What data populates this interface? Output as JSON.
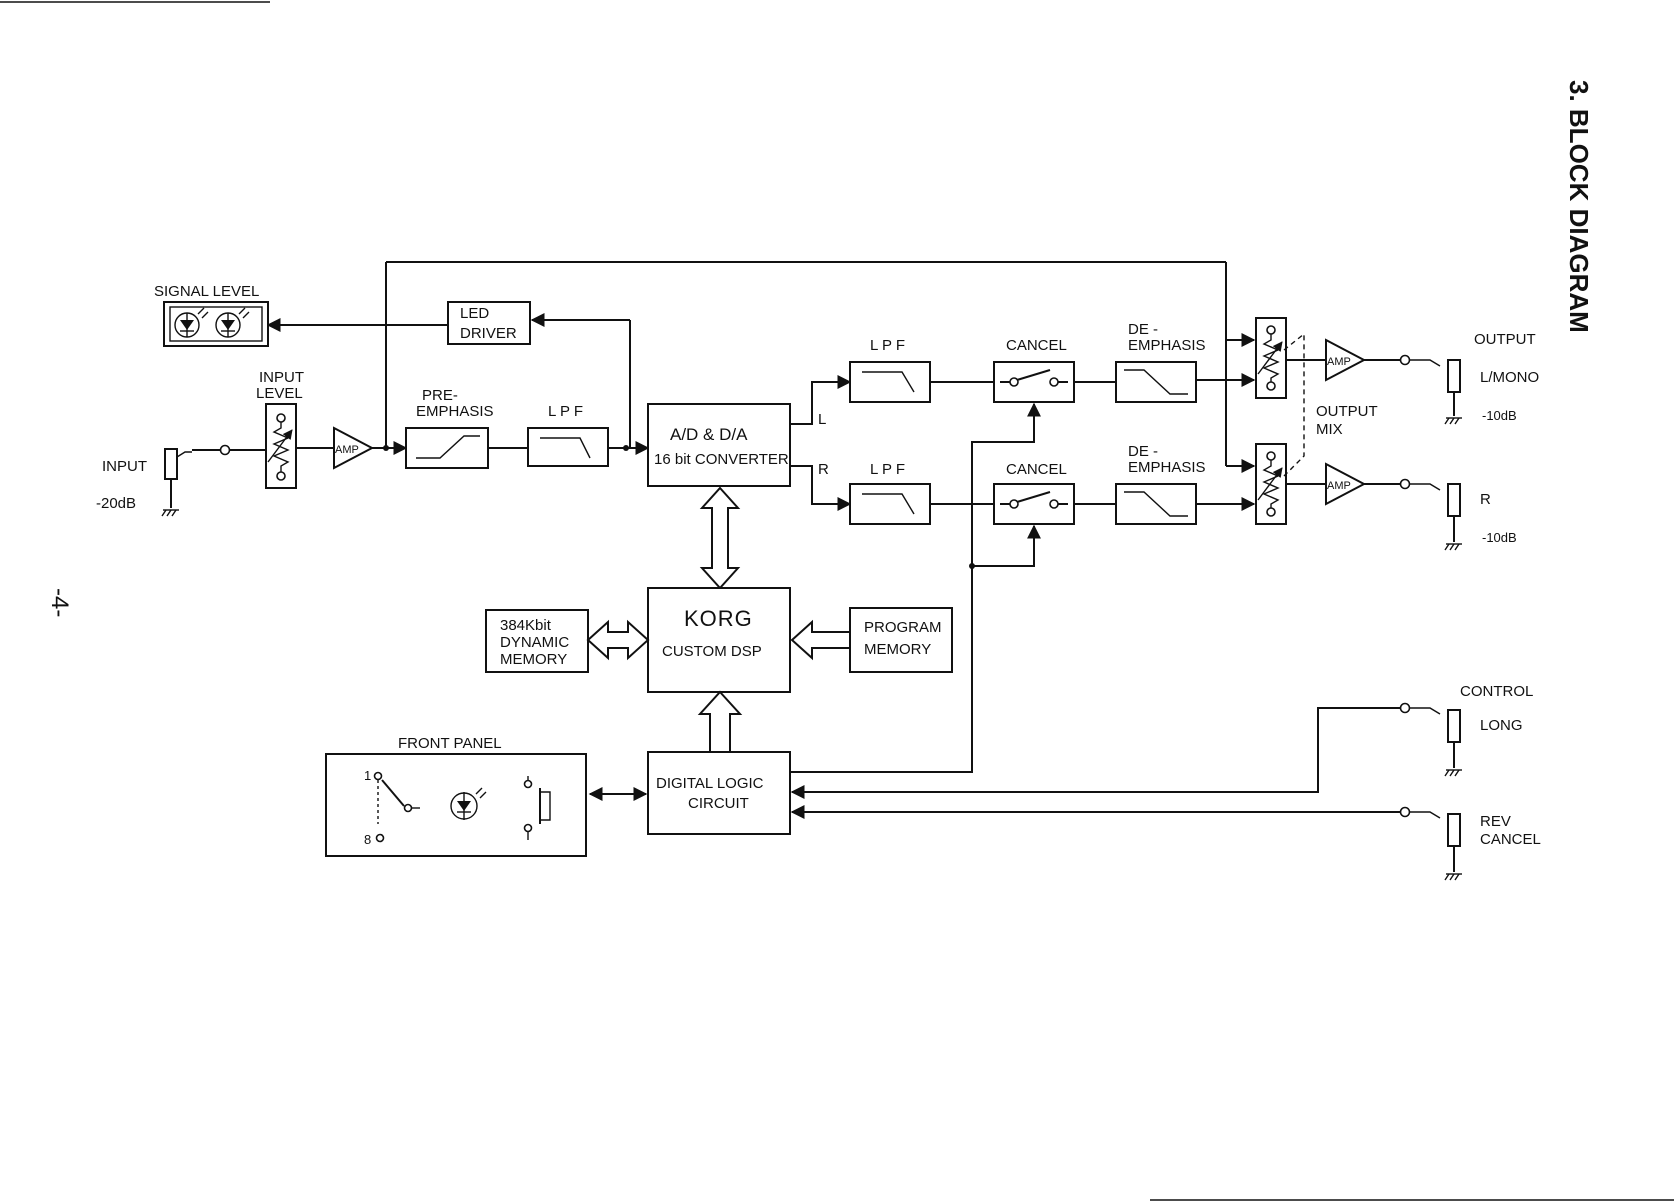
{
  "title": "3. BLOCK DIAGRAM",
  "page_number": "-4-",
  "labels": {
    "signal_level": "SIGNAL LEVEL",
    "led_driver_1": "LED",
    "led_driver_2": "DRIVER",
    "input_level_1": "INPUT",
    "input_level_2": "LEVEL",
    "input": "INPUT",
    "input_db": "-20dB",
    "amp": "AMP",
    "pre_emphasis_1": "PRE-",
    "pre_emphasis_2": "EMPHASIS",
    "lpf": "LPF",
    "lpf_spaced": "L P F",
    "ad_da_1": "A/D & D/A",
    "ad_da_2": "16 bit CONVERTER",
    "channel_l": "L",
    "channel_r": "R",
    "cancel": "CANCEL",
    "de_emphasis_1": "DE -",
    "de_emphasis_2": "EMPHASIS",
    "output": "OUTPUT",
    "output_l_mono": "L/MONO",
    "output_l_db": "-10dB",
    "output_mix_1": "OUTPUT",
    "output_mix_2": "MIX",
    "output_r": "R",
    "output_r_db": "-10dB",
    "korg": "KORG",
    "custom_dsp": "CUSTOM DSP",
    "dyn_mem_1": "384Kbit",
    "dyn_mem_2": "DYNAMIC",
    "dyn_mem_3": "MEMORY",
    "prog_mem_1": "PROGRAM",
    "prog_mem_2": "MEMORY",
    "front_panel": "FRONT PANEL",
    "switch_1": "1",
    "switch_8": "8",
    "digital_logic_1": "DIGITAL LOGIC",
    "digital_logic_2": "CIRCUIT",
    "control": "CONTROL",
    "long": "LONG",
    "rev_cancel_1": "REV",
    "rev_cancel_2": "CANCEL"
  }
}
